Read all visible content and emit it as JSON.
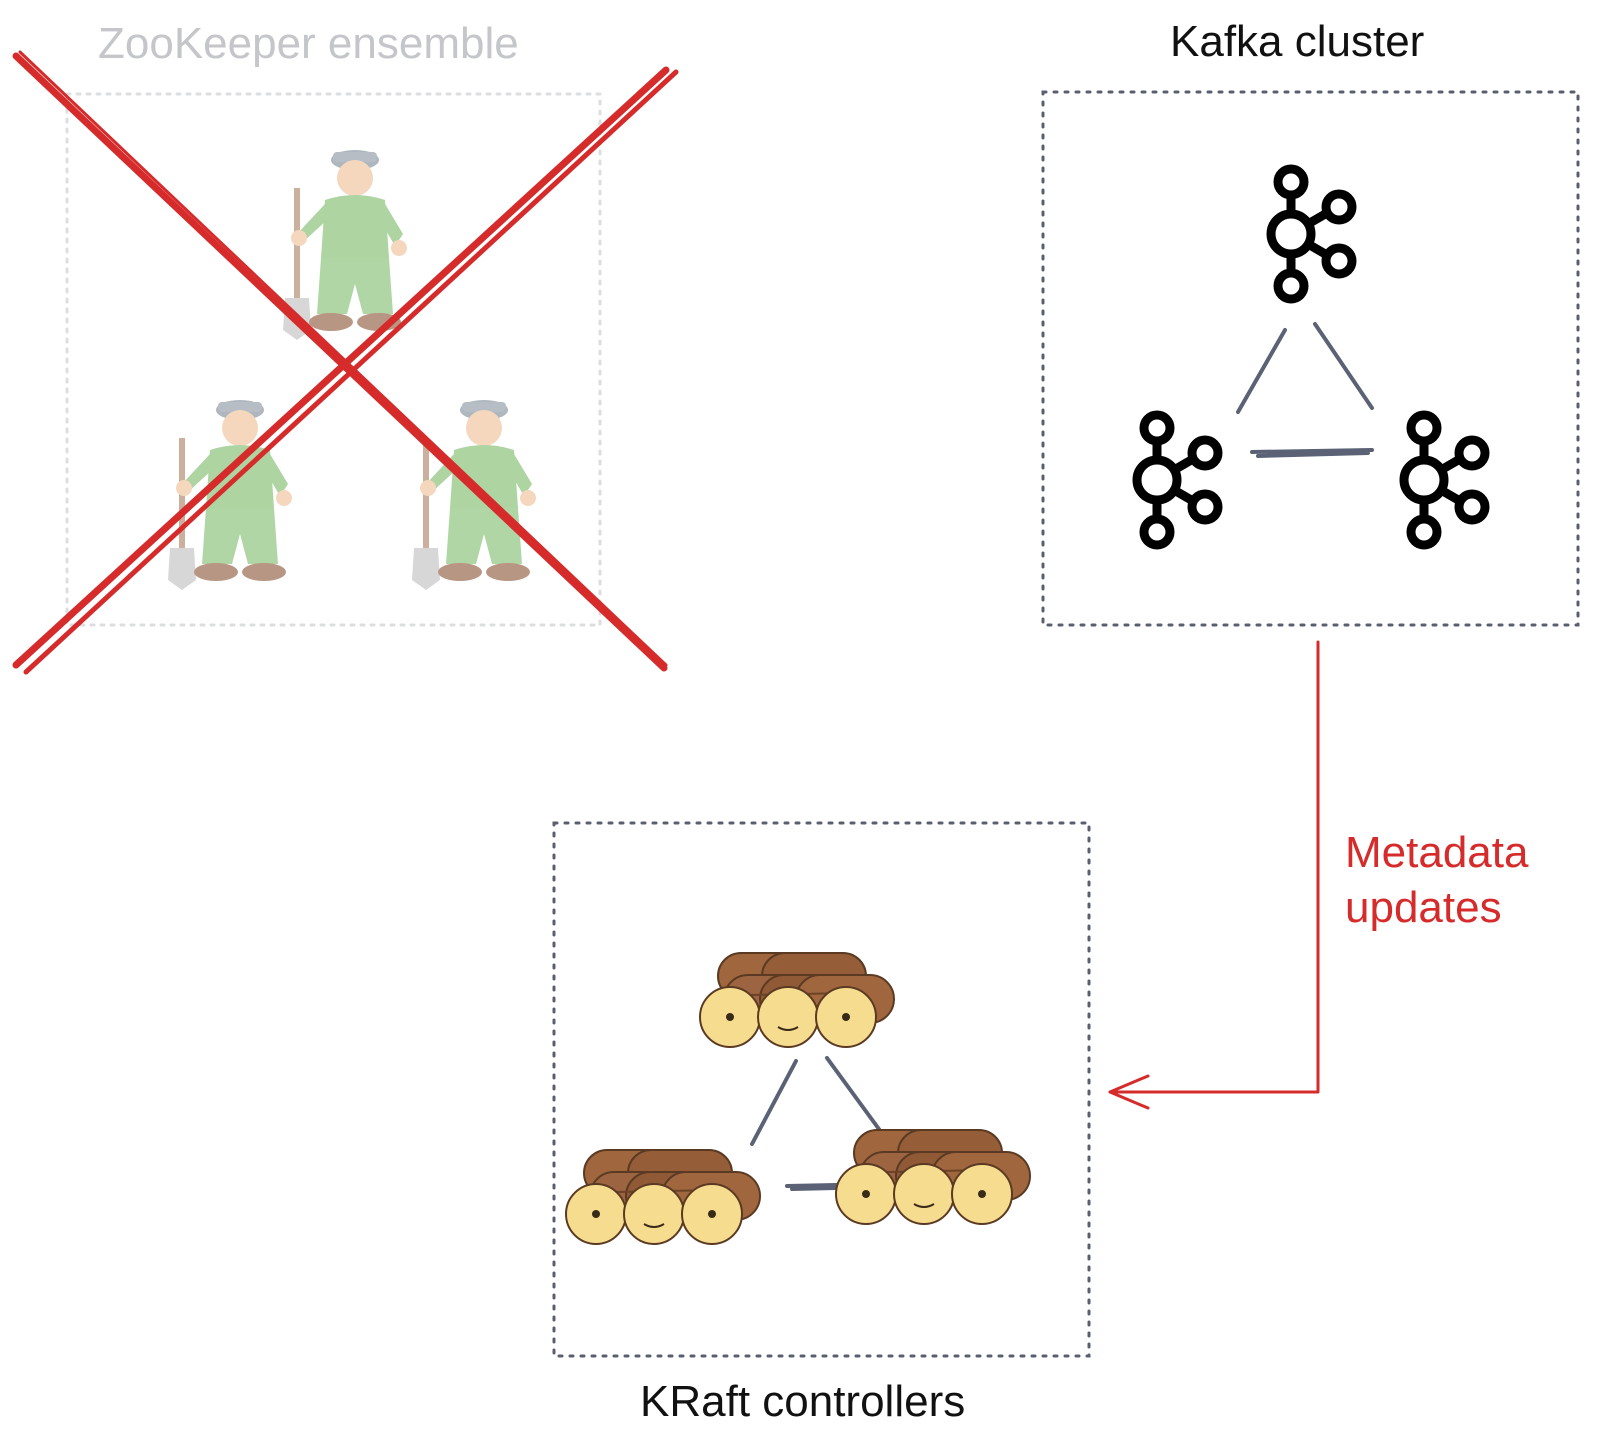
{
  "zookeeper": {
    "title": "ZooKeeper ensemble",
    "member_count": 3,
    "crossed_out": true
  },
  "kafka": {
    "title": "Kafka cluster",
    "broker_count": 3
  },
  "kraft": {
    "title": "KRaft controllers",
    "controller_count": 3
  },
  "edge": {
    "label_line1": "Metadata",
    "label_line2": "updates",
    "from": "Kafka cluster",
    "to": "KRaft controllers"
  },
  "colors": {
    "cross": "#d62b2b",
    "box_border_active": "#5a5f70",
    "box_border_faded": "#cfd1d4",
    "link": "#5b6275",
    "zookeeper_green": "#8fc47f",
    "log_wood": "#a0673f",
    "log_face": "#f6dc8f"
  }
}
